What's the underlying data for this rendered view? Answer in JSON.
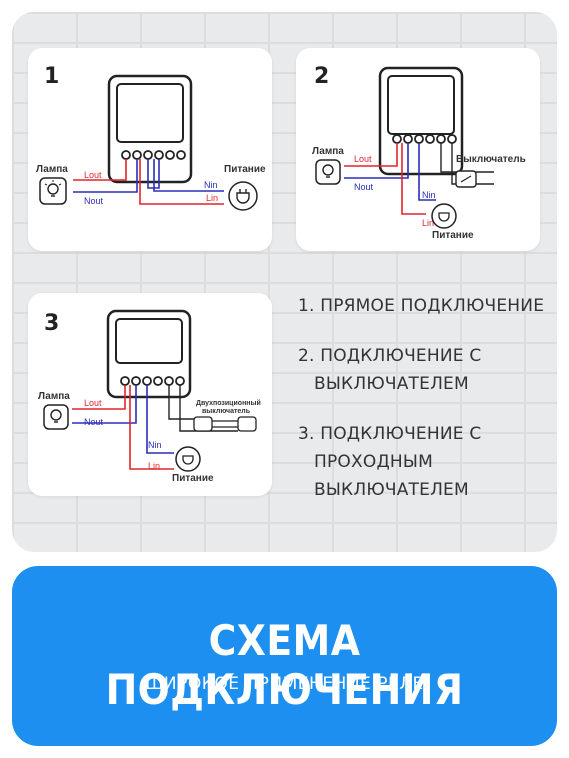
{
  "diagrams": [
    {
      "number": "1",
      "lamp_label": "Лампа",
      "power_label": "Питание",
      "wires": {
        "lout": "Lout",
        "nout": "Nout",
        "nin": "Nin",
        "lin": "Lin"
      }
    },
    {
      "number": "2",
      "lamp_label": "Лампа",
      "power_label": "Питание",
      "switch_label": "Выключатель",
      "wires": {
        "lout": "Lout",
        "nout": "Nout",
        "nin": "Nin",
        "lin": "Lin"
      }
    },
    {
      "number": "3",
      "lamp_label": "Лампа",
      "power_label": "Питание",
      "switch_label_line1": "Двухпозиционный",
      "switch_label_line2": "выключатель",
      "wires": {
        "lout": "Lout",
        "nout": "Nout",
        "nin": "Nin",
        "lin": "Lin"
      }
    }
  ],
  "list": [
    {
      "line1": "1.  ПРЯМОЕ ПОДКЛЮЧЕНИЕ",
      "line2": ""
    },
    {
      "line1": "2. ПОДКЛЮЧЕНИЕ С",
      "line2": "ВЫКЛЮЧАТЕЛЕМ"
    },
    {
      "line1": "3. ПОДКЛЮЧЕНИЕ С",
      "line2": "ПРОХОДНЫМ",
      "line3": "ВЫКЛЮЧАТЕЛЕМ"
    }
  ],
  "banner": {
    "title": "СХЕМА ПОДКЛЮЧЕНИЯ",
    "subtitle": "ШИРОКОЕ ПРИМЕНЕНИЕ РЕЛЕ"
  },
  "colors": {
    "live_wire": "#e0262b",
    "neutral_wire": "#2a2fb8",
    "banner": "#1d8ff0"
  }
}
